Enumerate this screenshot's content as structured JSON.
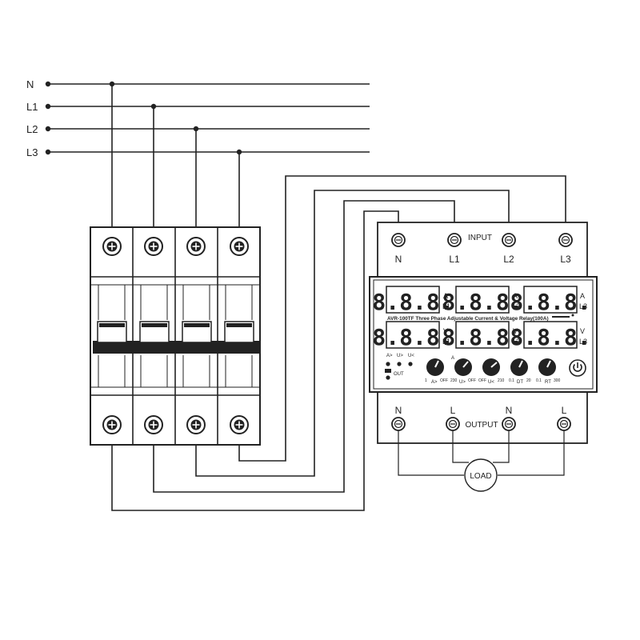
{
  "supply_lines": [
    {
      "label": "N"
    },
    {
      "label": "L1"
    },
    {
      "label": "L2"
    },
    {
      "label": "L3"
    }
  ],
  "relay": {
    "input_title": "INPUT",
    "input_terminals": [
      "N",
      "L1",
      "L2",
      "L3"
    ],
    "output_title": "OUTPUT",
    "output_terminals": [
      "N",
      "L",
      "N",
      "L"
    ],
    "model_text": "AVR-100TF Three Phase Adjustable Current & Voltage Relay(100A)",
    "display_value": "8.8.8.",
    "current_units": [
      {
        "unit": "A",
        "phase": "L1"
      },
      {
        "unit": "A",
        "phase": "L2"
      },
      {
        "unit": "A",
        "phase": "L3"
      }
    ],
    "voltage_units": [
      {
        "unit": "V",
        "phase": "L1"
      },
      {
        "unit": "V",
        "phase": "L2"
      },
      {
        "unit": "V",
        "phase": "L3"
      }
    ],
    "indicator_labels": [
      "A>",
      "U>",
      "U<"
    ],
    "out_label": "OUT",
    "knob_top_label": "A",
    "knob_scales": [
      {
        "min": "1",
        "name": "A>",
        "max": "OFF"
      },
      {
        "min": "230",
        "name": "U>",
        "max": "OFF"
      },
      {
        "min": "OFF",
        "name": "U<",
        "max": "210"
      },
      {
        "min": "0.1",
        "name": "DT",
        "max": "20"
      },
      {
        "min": "0.1",
        "name": "RT",
        "max": "300"
      }
    ]
  },
  "load_label": "LOAD",
  "colors": {
    "line": "#222222",
    "panel": "#ffffff",
    "display": "#1a1a1a"
  }
}
